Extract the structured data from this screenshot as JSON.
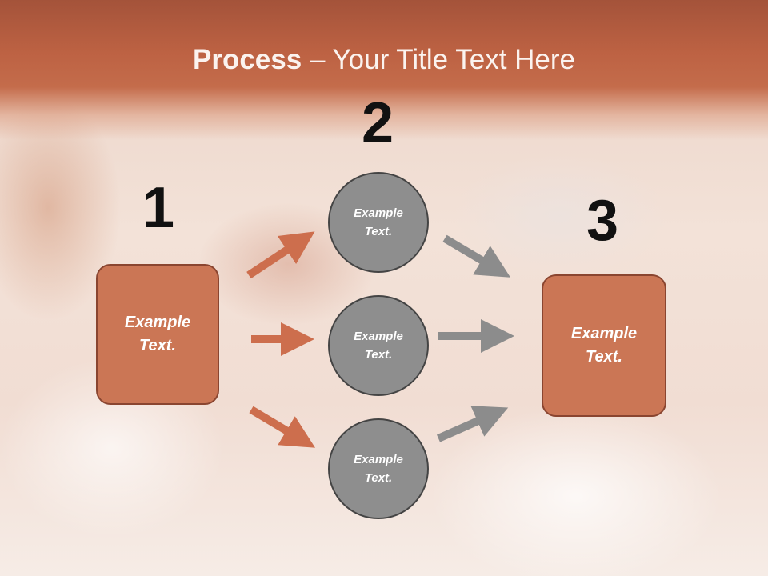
{
  "slide": {
    "title_bold": "Process",
    "title_rest": " – Your Title Text Here"
  },
  "steps": [
    {
      "number": "1",
      "label": "Example\nText."
    },
    {
      "number": "2",
      "label": "Example\nText."
    },
    {
      "number": "3",
      "label": "Example\nText."
    }
  ],
  "middle_items": [
    {
      "label": "Example\nText."
    },
    {
      "label": "Example\nText."
    },
    {
      "label": "Example\nText."
    }
  ],
  "colors": {
    "header": "#bd6243",
    "box_fill": "#cb7655",
    "box_border": "#8a4530",
    "circle_fill": "#8e8e8e",
    "arrow_left": "#cd6e4d",
    "arrow_right": "#8c8c8c"
  }
}
